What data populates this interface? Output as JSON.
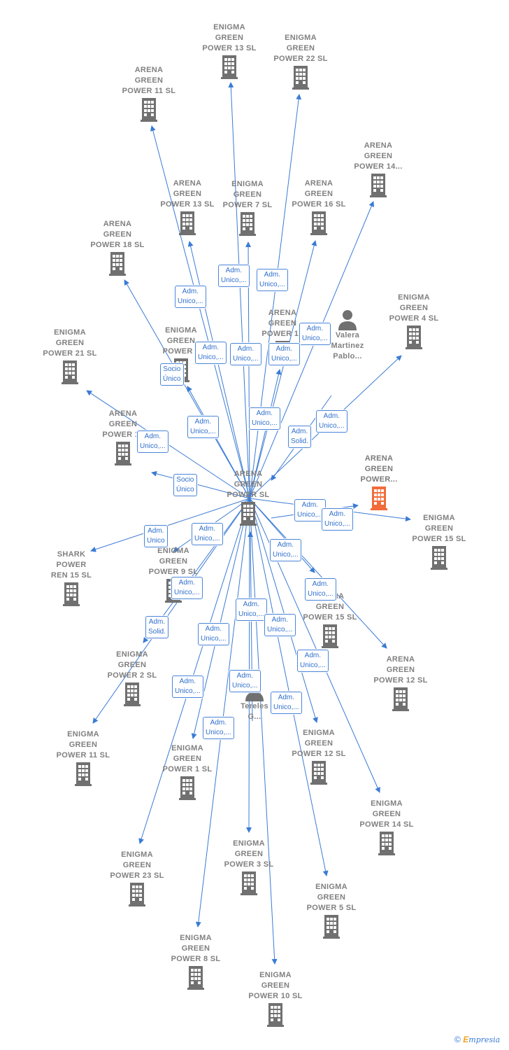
{
  "colors": {
    "edge": "#3a7bd5",
    "company_icon": "#707070",
    "focus_icon": "#f26b3a",
    "person_icon": "#707070",
    "label": "#808080"
  },
  "center": {
    "label": "ARENA\nGREEN\nPOWER  SL"
  },
  "focus": {
    "label": "ARENA\nGREEN\nPOWER..."
  },
  "nodes": [
    {
      "label": "ENIGMA\nGREEN\nPOWER 13  SL",
      "icon": "building-icon"
    },
    {
      "label": "ENIGMA\nGREEN\nPOWER 22  SL",
      "icon": "building-icon"
    },
    {
      "label": "ARENA\nGREEN\nPOWER 11  SL",
      "icon": "building-icon"
    },
    {
      "label": "ARENA\nGREEN\nPOWER 14...",
      "icon": "building-icon"
    },
    {
      "label": "ARENA\nGREEN\nPOWER 13  SL",
      "icon": "building-icon"
    },
    {
      "label": "ENIGMA\nGREEN\nPOWER 7  SL",
      "icon": "building-icon"
    },
    {
      "label": "ARENA\nGREEN\nPOWER 16  SL",
      "icon": "building-icon"
    },
    {
      "label": "ARENA\nGREEN\nPOWER 18  SL",
      "icon": "building-icon"
    },
    {
      "label": "ENIGMA\nGREEN\nPOWER 4  SL",
      "icon": "building-icon"
    },
    {
      "label": "ARENA\nGREEN\nPOWER 17",
      "icon": "building-icon"
    },
    {
      "label": "ENIGMA\nGREEN\nPOWER 21  SL",
      "icon": "building-icon"
    },
    {
      "label": "ENIGMA\nGREEN\nPOWER 6",
      "icon": "building-icon"
    },
    {
      "label": "Valera\nMartinez\nPablo...",
      "icon": "person-icon"
    },
    {
      "label": "ARENA\nGREEN\nPOWER 19",
      "icon": "building-icon"
    },
    {
      "label": "ENIGMA\nGREEN\nPOWER 15  SL",
      "icon": "building-icon"
    },
    {
      "label": "SHARK\nPOWER\nREN 15  SL",
      "icon": "building-icon"
    },
    {
      "label": "ENIGMA\nGREEN\nPOWER 9  SL",
      "icon": "building-icon"
    },
    {
      "label": "ARENA\nGREEN\nPOWER 15  SL",
      "icon": "building-icon"
    },
    {
      "label": "ENIGMA\nGREEN\nPOWER 2  SL",
      "icon": "building-icon"
    },
    {
      "label": "ARENA\nGREEN\nPOWER 12  SL",
      "icon": "building-icon"
    },
    {
      "label": "Tereles\nG...",
      "icon": "person-icon"
    },
    {
      "label": "ENIGMA\nGREEN\nPOWER 11  SL",
      "icon": "building-icon"
    },
    {
      "label": "ENIGMA\nGREEN\nPOWER 1  SL",
      "icon": "building-icon"
    },
    {
      "label": "ENIGMA\nGREEN\nPOWER 12  SL",
      "icon": "building-icon"
    },
    {
      "label": "ENIGMA\nGREEN\nPOWER 14  SL",
      "icon": "building-icon"
    },
    {
      "label": "ENIGMA\nGREEN\nPOWER 23  SL",
      "icon": "building-icon"
    },
    {
      "label": "ENIGMA\nGREEN\nPOWER 3  SL",
      "icon": "building-icon"
    },
    {
      "label": "ENIGMA\nGREEN\nPOWER 5  SL",
      "icon": "building-icon"
    },
    {
      "label": "ENIGMA\nGREEN\nPOWER 8  SL",
      "icon": "building-icon"
    },
    {
      "label": "ENIGMA\nGREEN\nPOWER 10  SL",
      "icon": "building-icon"
    }
  ],
  "badges": [
    "Adm.\nUnico,...",
    "Adm.\nUnico,...",
    "Adm.\nUnico,...",
    "Adm.\nUnico,...",
    "Adm.\nUnico,...",
    "Adm.\nUnico,...",
    "Adm.\nUnico,...",
    "Socio\nÚnico",
    "Adm.\nUnico,...",
    "Adm.\nUnico,...",
    "Adm.\nSolid.",
    "Adm.\nUnico,...",
    "Adm.\nUnico,...",
    "Socio\nÚnico",
    "Adm.\nUnico,...",
    "Adm.\nUnico,...",
    "Adm.\nUnico",
    "Adm.\nUnico,...",
    "Adm.\nUnico,...",
    "Adm.\nUnico,...",
    "Adm.\nUnico,...",
    "Adm.\nUnico,...",
    "Adm.\nSolid.",
    "Adm.\nUnico,...",
    "Adm.\nUnico,...",
    "Adm.\nUnico,...",
    "Adm.\nUnico,...",
    "Adm.\nUnico,...",
    "Adm.\nUnico,...",
    "Adm.\nUnico,..."
  ],
  "brand": {
    "copyright": "©",
    "e": "E",
    "rest": "mpresia"
  }
}
